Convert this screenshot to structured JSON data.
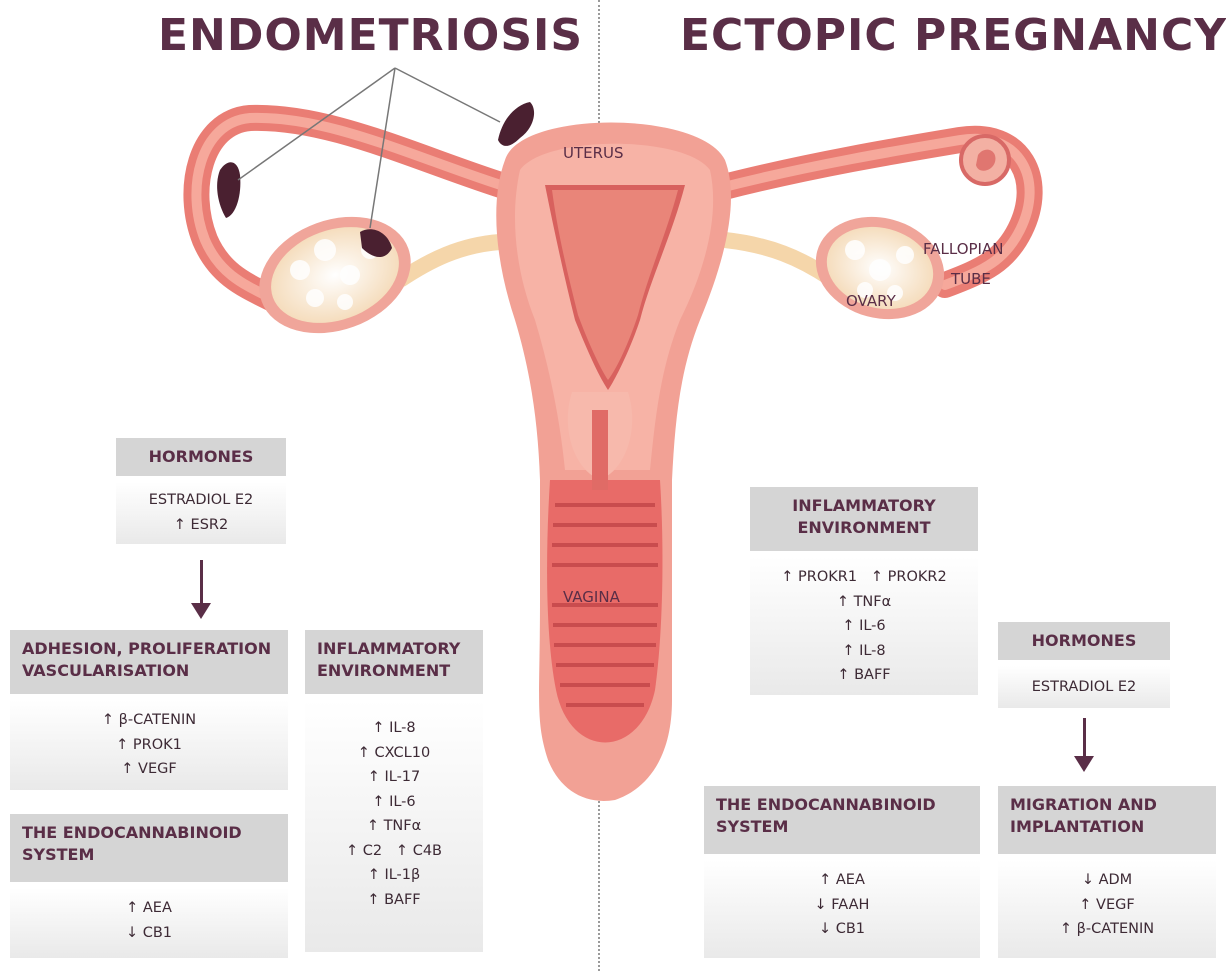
{
  "titles": {
    "left": "ENDOMETRIOSIS",
    "right": "ECTOPIC PREGNANCY"
  },
  "labels": {
    "uterus": "UTERUS",
    "fallopian": [
      "FALLOPIAN",
      "TUBE"
    ],
    "ovary": "OVARY",
    "vagina": "VAGINA"
  },
  "endometriosis": {
    "hormones": {
      "header": "HORMONES",
      "items": [
        "ESTRADIOL E2",
        "↑ ESR2"
      ]
    },
    "adhesion": {
      "header": [
        "ADHESION, PROLIFERATION",
        "VASCULARISATION"
      ],
      "items": [
        "↑ β-CATENIN",
        "↑ PROK1",
        "↑ VEGF"
      ]
    },
    "endocannabinoid": {
      "header": [
        "THE ENDOCANNABINOID",
        "SYSTEM"
      ],
      "items": [
        "↑ AEA",
        "↓ CB1"
      ]
    },
    "inflammatory": {
      "header": [
        "INFLAMMATORY",
        "ENVIRONMENT"
      ],
      "items": [
        "↑ IL-8",
        "↑ CXCL10",
        "↑ IL-17",
        "↑ IL-6",
        "↑ TNFα",
        "↑ C2   ↑ C4B",
        "↑ IL-1β",
        "↑ BAFF"
      ]
    }
  },
  "ectopic": {
    "inflammatory": {
      "header": [
        "INFLAMMATORY",
        "ENVIRONMENT"
      ],
      "items": [
        "↑ PROKR1   ↑ PROKR2",
        "↑ TNFα",
        "↑ IL-6",
        "↑ IL-8",
        "↑ BAFF"
      ]
    },
    "hormones": {
      "header": "HORMONES",
      "items": [
        "ESTRADIOL E2"
      ]
    },
    "endocannabinoid": {
      "header": [
        "THE ENDOCANNABINOID",
        "SYSTEM"
      ],
      "items": [
        "↑ AEA",
        "↓ FAAH",
        "↓ CB1"
      ]
    },
    "migration": {
      "header": [
        "MIGRATION",
        "AND IMPLANTATION"
      ],
      "items": [
        "↓ ADM",
        "↑ VEGF",
        "↑ β-CATENIN"
      ]
    }
  },
  "colors": {
    "title": "#5a2e47",
    "uterus": "#f2a195",
    "tube": "#ea7d74",
    "lesion": "#4a2030",
    "ovary": "#f7dfc0"
  }
}
